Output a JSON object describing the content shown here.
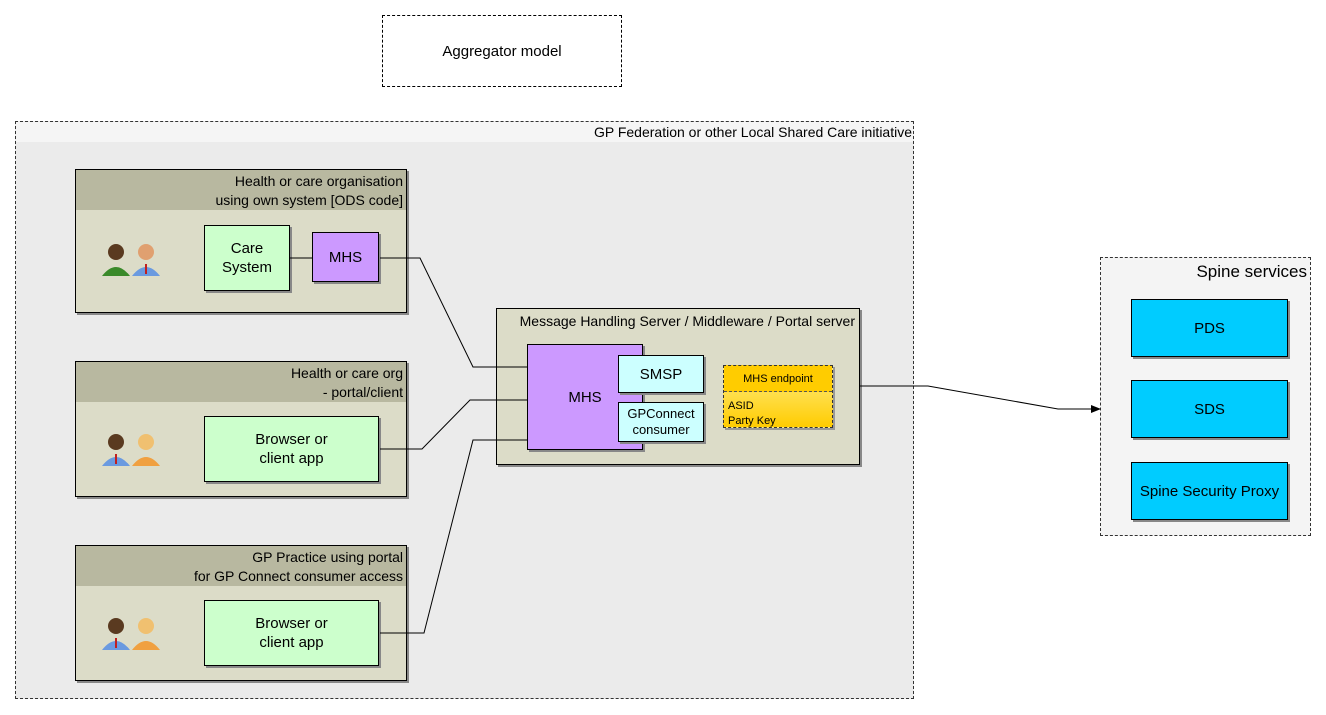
{
  "title": "Aggregator model",
  "federation": {
    "label": "GP Federation or other Local Shared Care initiative"
  },
  "org1": {
    "label_line1": "Health or care organisation",
    "label_line2": "using own system [ODS code]",
    "care_system_line1": "Care",
    "care_system_line2": "System",
    "mhs": "MHS"
  },
  "org2": {
    "label_line1": "Health or care org",
    "label_line2": "- portal/client",
    "app_line1": "Browser or",
    "app_line2": "client app"
  },
  "org3": {
    "label_line1": "GP Practice using portal",
    "label_line2": "for GP Connect consumer access",
    "app_line1": "Browser or",
    "app_line2": "client app"
  },
  "middleware": {
    "label": "Message Handling Server / Middleware / Portal server",
    "mhs": "MHS",
    "smsp": "SMSP",
    "gpconnect_line1": "GPConnect",
    "gpconnect_line2": "consumer"
  },
  "endpoint": {
    "title": "MHS endpoint",
    "line1": "ASID",
    "line2": "Party Key"
  },
  "spine": {
    "label": "Spine services",
    "pds": "PDS",
    "sds": "SDS",
    "proxy": "Spine Security Proxy"
  },
  "icons": [
    "people-icon"
  ]
}
